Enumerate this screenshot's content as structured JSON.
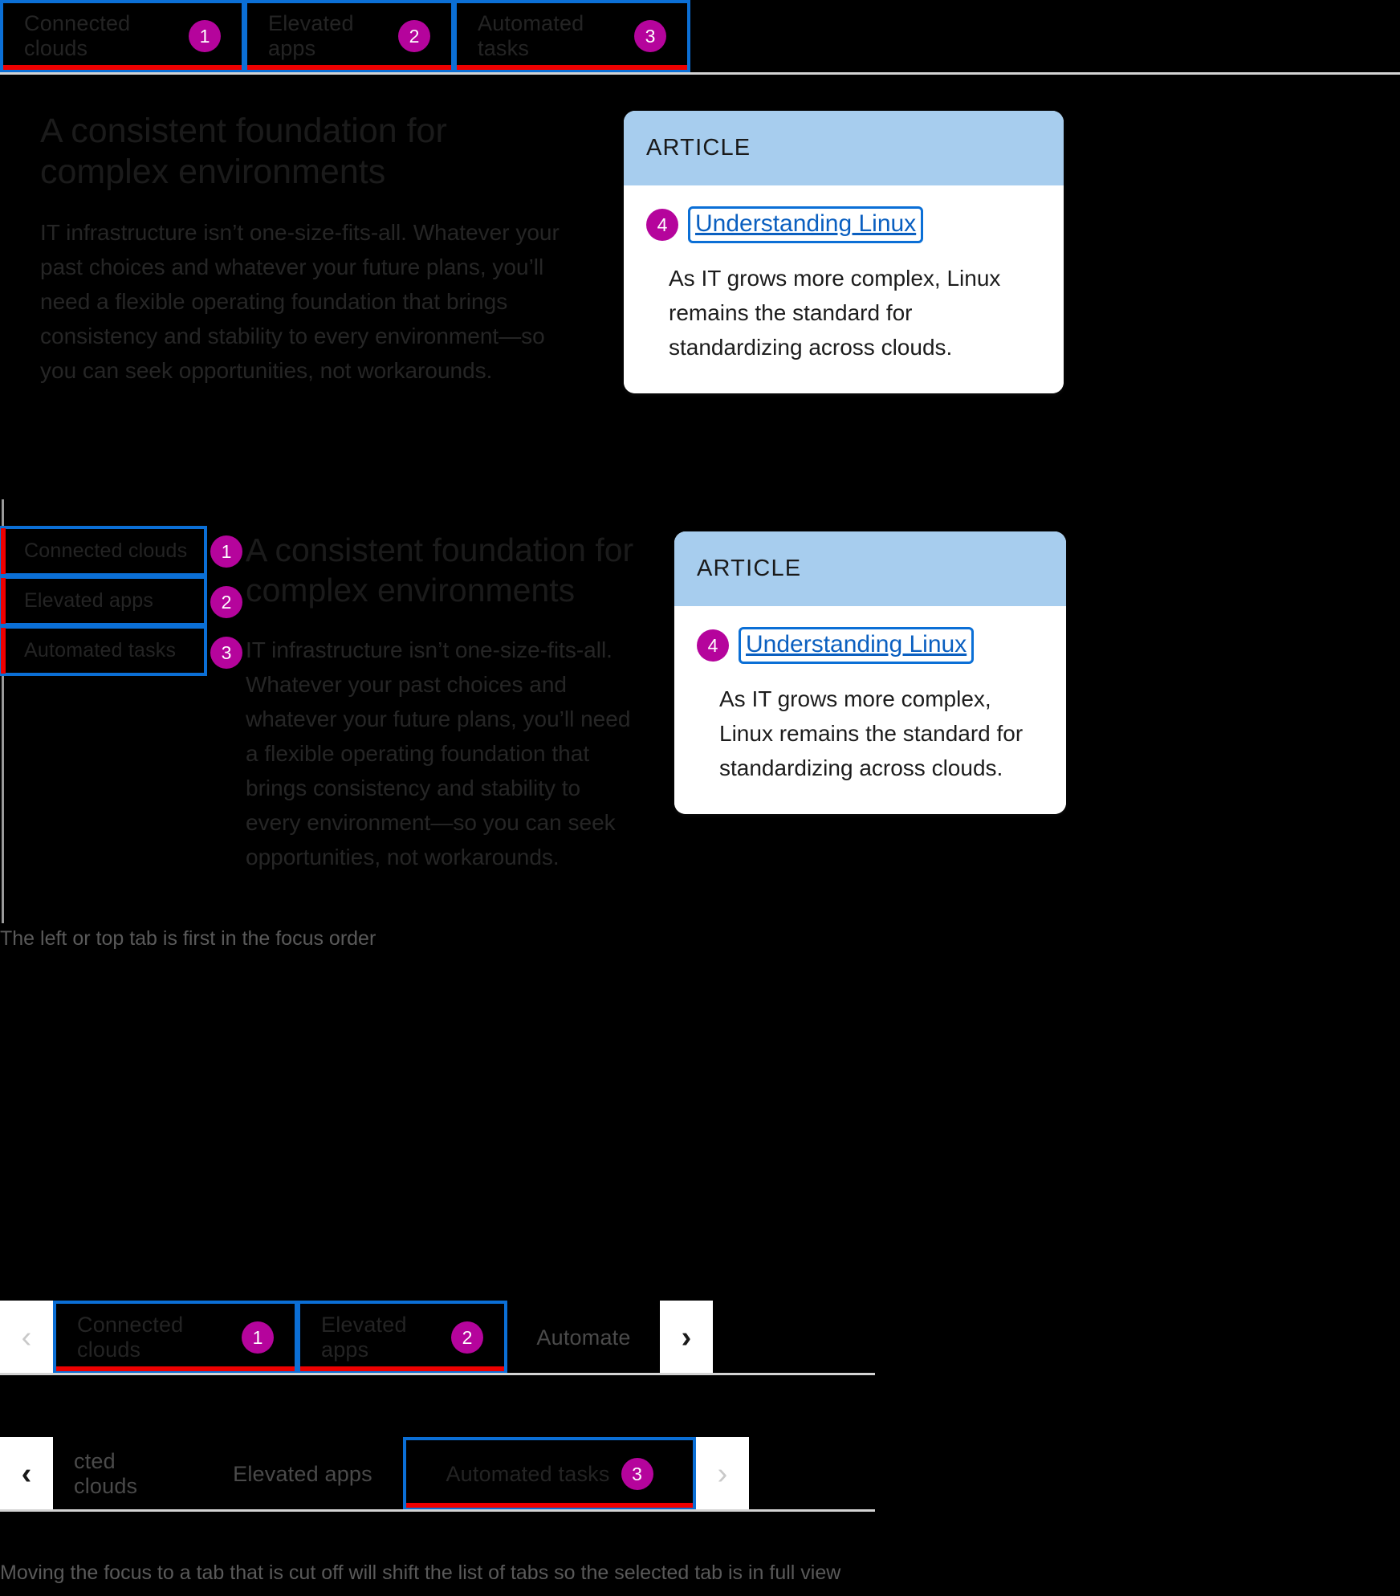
{
  "colors": {
    "focus_outline": "#0b6fd6",
    "selected_underline": "#ee0000",
    "badge": "#b5049c",
    "card_header": "#a7cdee",
    "link": "#0a5fc0",
    "background": "#000000"
  },
  "section_horizontal_tabs": {
    "tabs": [
      {
        "label": "Connected clouds",
        "badge": "1",
        "selected": true,
        "focused": true
      },
      {
        "label": "Elevated apps",
        "badge": "2",
        "selected": true,
        "focused": true
      },
      {
        "label": "Automated tasks",
        "badge": "3",
        "selected": true,
        "focused": true
      }
    ],
    "panel": {
      "headline": "A consistent foundation for complex environments",
      "body": "IT infrastructure isn’t one-size-fits-all. Whatever your past choices and whatever your future plans, you’ll need a flexible operating foundation that brings consistency and stability to every environment—so you can seek opportunities, not workarounds."
    },
    "card": {
      "eyebrow": "ARTICLE",
      "link_label": "Understanding Linux",
      "link_badge": "4",
      "body": "As IT grows more complex, Linux remains the standard for standardizing across clouds."
    }
  },
  "section_vertical_tabs": {
    "tabs": [
      {
        "label": "Connected clouds",
        "badge": "1"
      },
      {
        "label": "Elevated apps",
        "badge": "2"
      },
      {
        "label": "Automated tasks",
        "badge": "3"
      }
    ],
    "panel": {
      "headline": "A consistent foundation for complex environments",
      "body": "IT infrastructure isn’t one-size-fits-all. Whatever your past choices and whatever your future plans, you’ll need a flexible operating foundation that brings consistency and stability to every environment—so you can seek opportunities, not workarounds."
    },
    "card": {
      "eyebrow": "ARTICLE",
      "link_label": "Understanding Linux",
      "link_badge": "4",
      "body": "As IT grows more complex, Linux remains the standard for standardizing across clouds."
    },
    "caption": "The left or top tab is first in the focus order"
  },
  "carousel_start": {
    "prev_arrow": "‹",
    "next_arrow": "›",
    "prev_state": "disabled",
    "next_state": "enabled",
    "tabs": [
      {
        "label": "Connected clouds",
        "badge": "1",
        "focused": true
      },
      {
        "label": "Elevated apps",
        "badge": "2",
        "focused": true
      },
      {
        "label": "Automate",
        "badge": "",
        "focused": false
      }
    ]
  },
  "carousel_shifted": {
    "prev_arrow": "‹",
    "next_arrow": "›",
    "prev_state": "enabled",
    "next_state": "disabled",
    "tabs": [
      {
        "label": "cted clouds",
        "badge": "",
        "focused": false
      },
      {
        "label": "Elevated apps",
        "badge": "",
        "focused": false
      },
      {
        "label": "Automated tasks",
        "badge": "3",
        "focused": true
      }
    ],
    "caption": "Moving the focus to a tab that is cut off will shift the list of tabs so the selected tab is in full view"
  }
}
